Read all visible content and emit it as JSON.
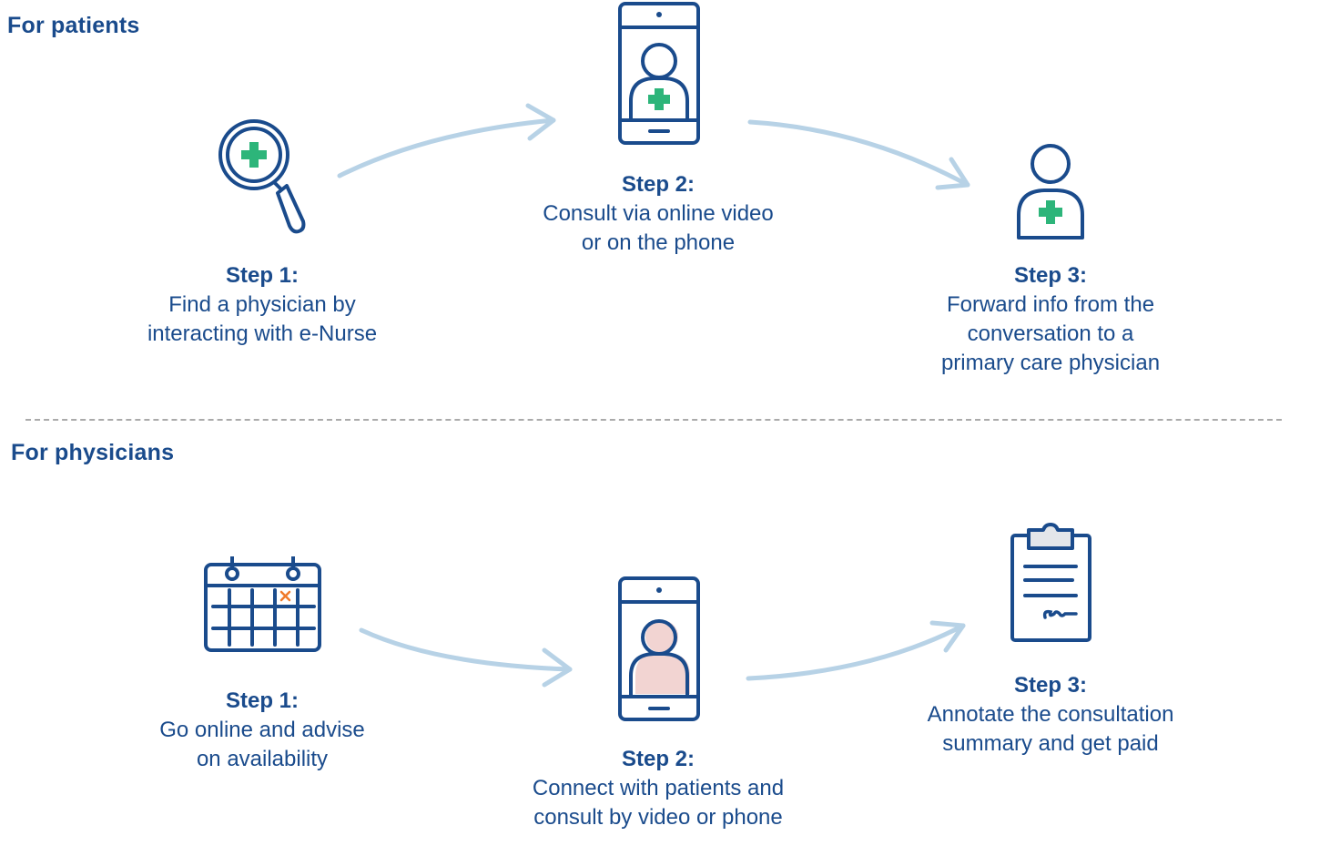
{
  "colors": {
    "primary": "#1a4b8c",
    "accent_green": "#2db57a",
    "arrow": "#b7d2e6",
    "divider": "#aaaaaa",
    "avatar_fill": "#f2d4d2",
    "clip_fill": "#e3e6ea",
    "calendar_mark": "#f07a2a"
  },
  "patients": {
    "title": "For patients",
    "steps": [
      {
        "label": "Step 1:",
        "desc": "Find a physician by\ninteracting with e-Nurse",
        "icon": "magnifier-plus-icon"
      },
      {
        "label": "Step 2:",
        "desc": "Consult via online video\nor on the phone",
        "icon": "phone-doctor-icon"
      },
      {
        "label": "Step 3:",
        "desc": "Forward info from the\nconversation to a\nprimary care physician",
        "icon": "doctor-icon"
      }
    ]
  },
  "physicians": {
    "title": "For physicians",
    "steps": [
      {
        "label": "Step 1:",
        "desc": "Go online and advise\non availability",
        "icon": "calendar-icon"
      },
      {
        "label": "Step 2:",
        "desc": "Connect with patients and\nconsult by video or phone",
        "icon": "phone-patient-icon"
      },
      {
        "label": "Step 3:",
        "desc": "Annotate the consultation\nsummary and get paid",
        "icon": "clipboard-icon"
      }
    ]
  }
}
